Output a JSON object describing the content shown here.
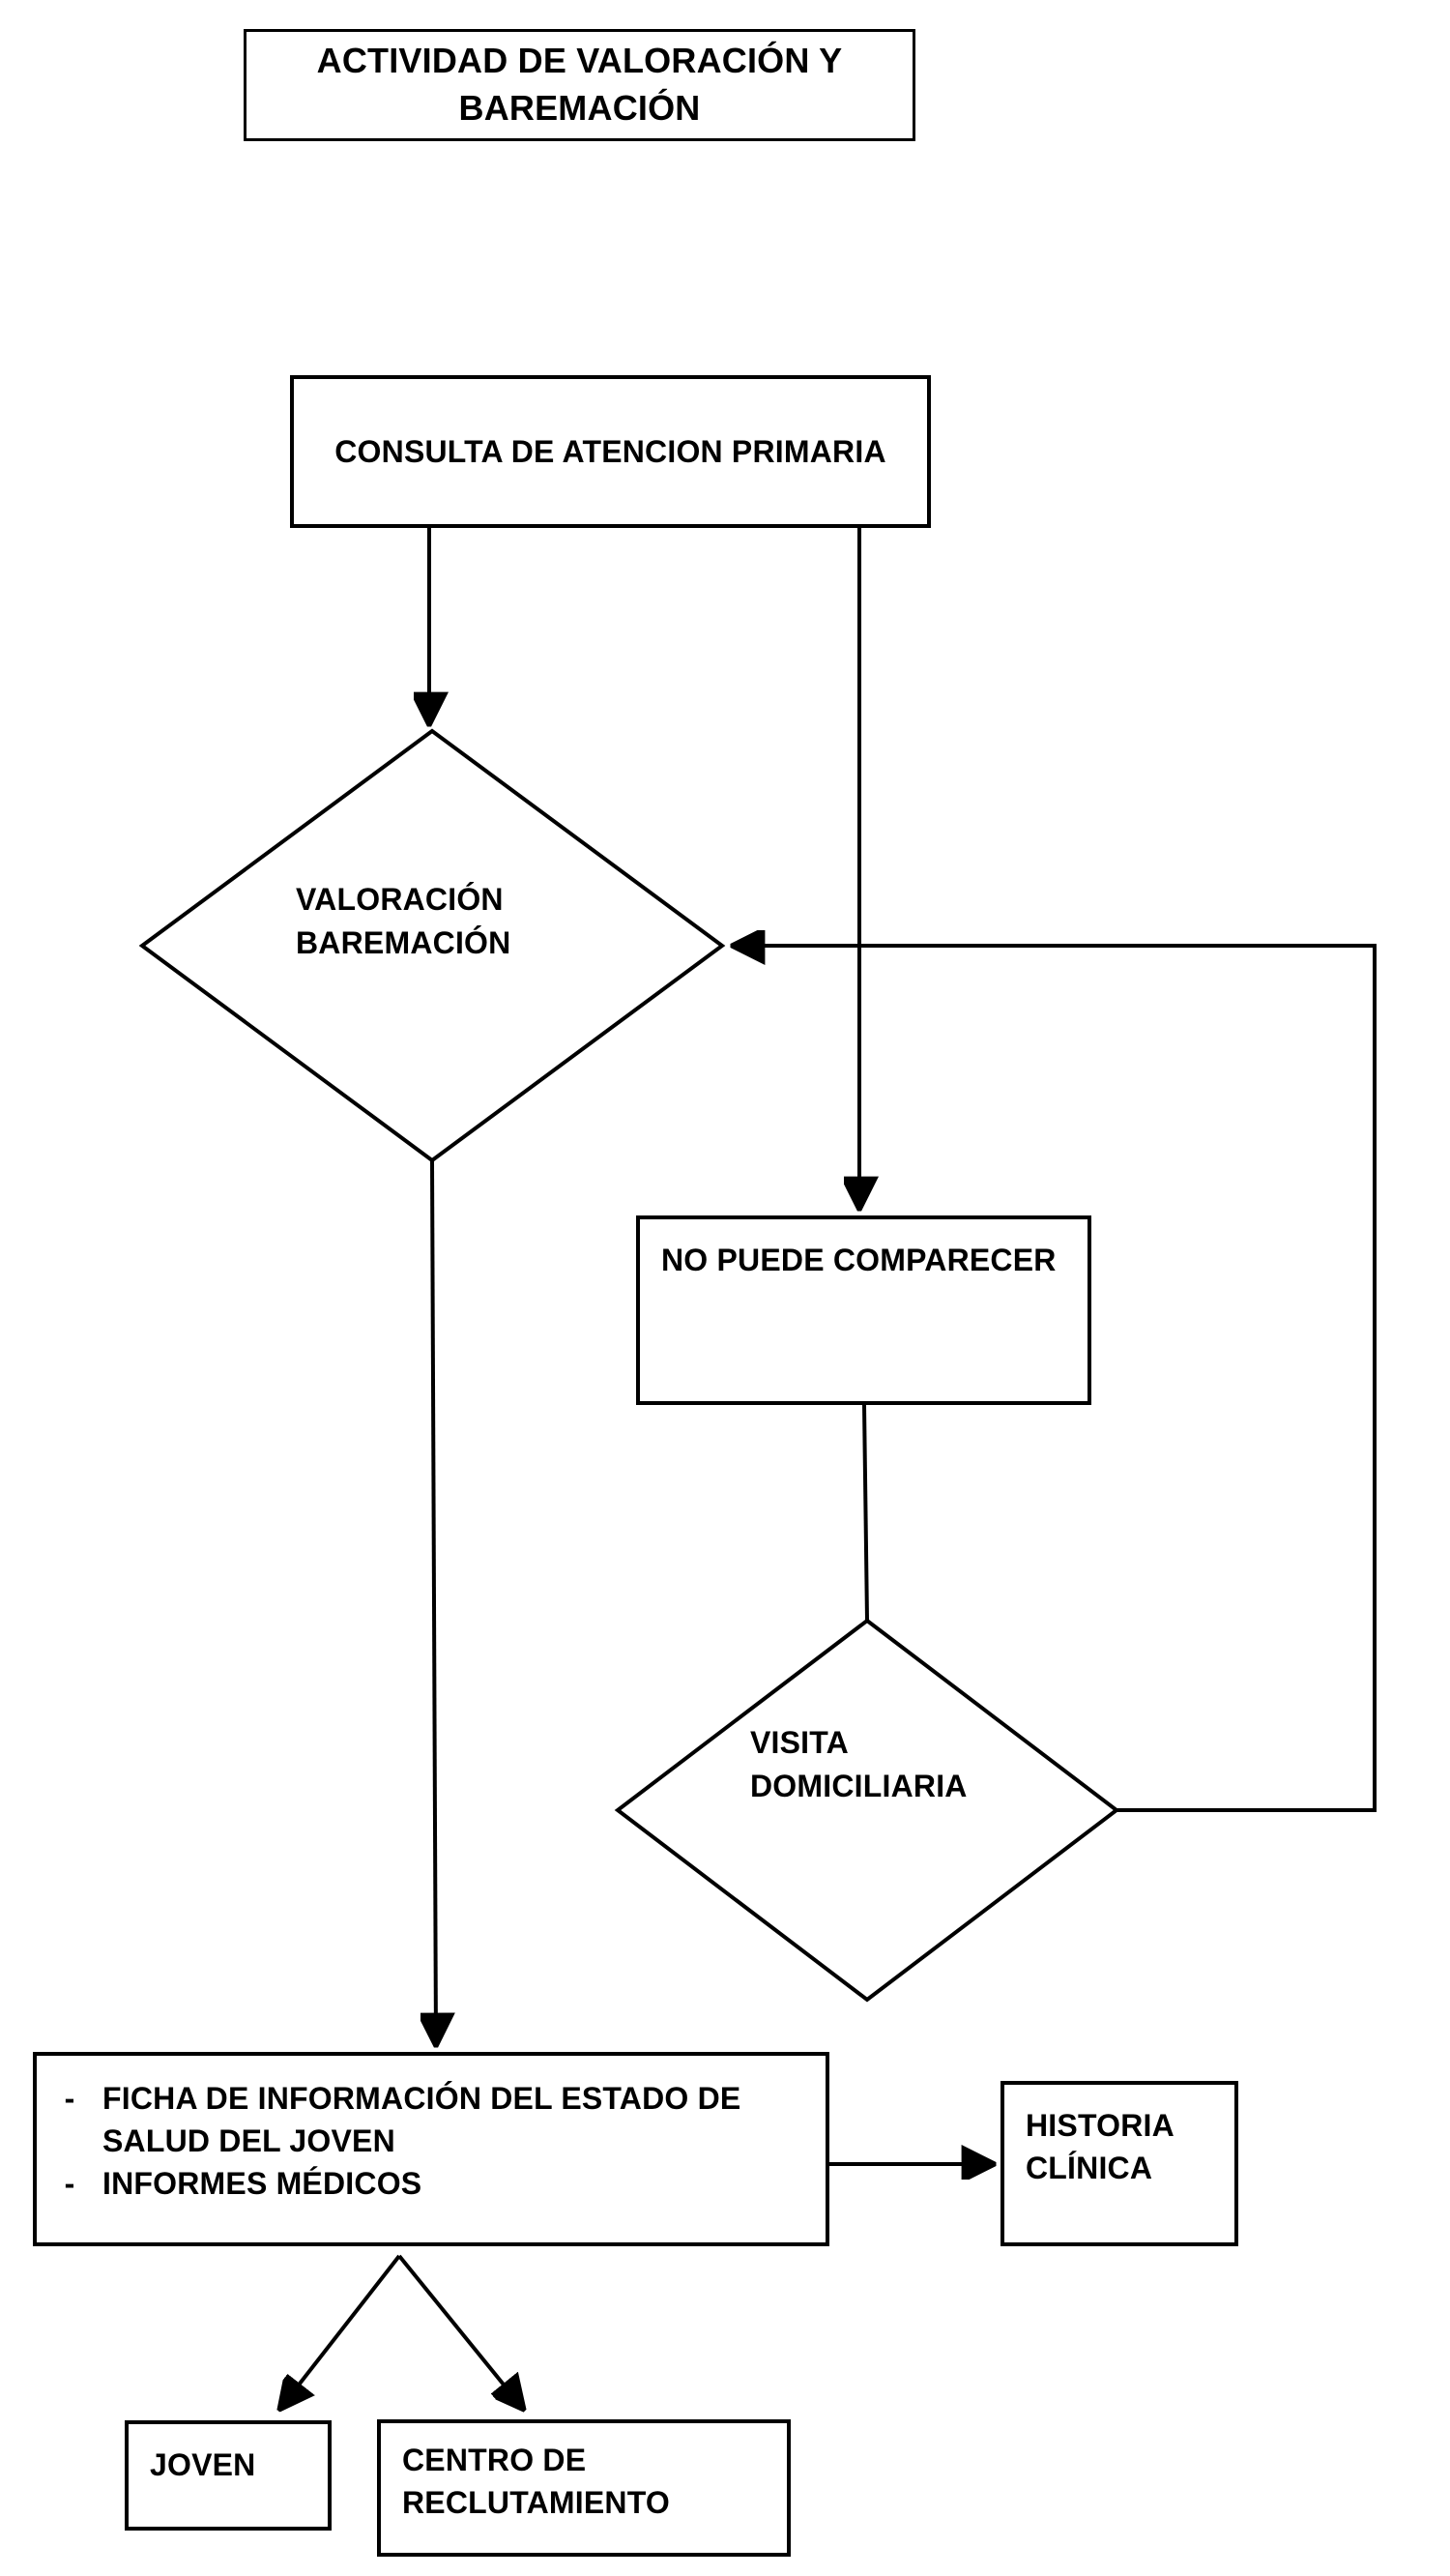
{
  "page": {
    "background": "#ffffff",
    "ink": "#000000",
    "kind": "scanned flowchart"
  },
  "title": {
    "text": "ACTIVIDAD DE VALORACIÓN Y BAREMACIÓN"
  },
  "nodes": {
    "consulta": {
      "type": "process",
      "label": "CONSULTA DE ATENCION PRIMARIA"
    },
    "valoracion": {
      "type": "decision",
      "label": "VALORACIÓN BAREMACIÓN"
    },
    "no_puede": {
      "type": "process",
      "label": "NO PUEDE COMPARECER"
    },
    "visita": {
      "type": "decision",
      "label": "VISITA DOMICILIARIA"
    },
    "ficha": {
      "type": "process",
      "bullet": "-",
      "items": [
        "FICHA DE INFORMACIÓN DEL ESTADO DE SALUD DEL JOVEN",
        "INFORMES MÉDICOS"
      ]
    },
    "historia": {
      "type": "process",
      "label": "HISTORIA CLÍNICA"
    },
    "joven": {
      "type": "process",
      "label": "JOVEN"
    },
    "centro": {
      "type": "process",
      "label": "CENTRO DE RECLUTAMIENTO"
    }
  },
  "edges": [
    {
      "from": "consulta",
      "to": "valoracion",
      "arrowhead": true
    },
    {
      "from": "consulta",
      "to": "no_puede",
      "arrowhead": true
    },
    {
      "from": "no_puede",
      "to": "visita",
      "arrowhead": false
    },
    {
      "from": "visita",
      "to": "valoracion",
      "arrowhead": true
    },
    {
      "from": "valoracion",
      "to": "ficha",
      "arrowhead": true
    },
    {
      "from": "ficha",
      "to": "historia",
      "arrowhead": true
    },
    {
      "from": "ficha",
      "to": "joven",
      "arrowhead": true
    },
    {
      "from": "ficha",
      "to": "centro",
      "arrowhead": true
    }
  ]
}
